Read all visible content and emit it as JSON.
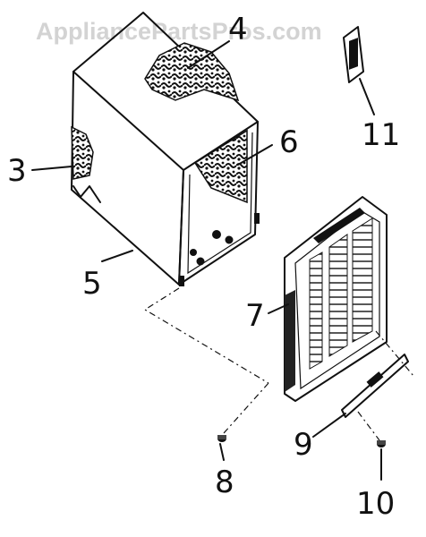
{
  "watermark": "AppliancePartsPros.com",
  "colors": {
    "ink": "#111111",
    "watermark": "#d3d3d3",
    "background": "#ffffff"
  },
  "callouts": [
    {
      "id": "3",
      "label": "3"
    },
    {
      "id": "4",
      "label": "4"
    },
    {
      "id": "5",
      "label": "5"
    },
    {
      "id": "6",
      "label": "6"
    },
    {
      "id": "7",
      "label": "7"
    },
    {
      "id": "8",
      "label": "8"
    },
    {
      "id": "9",
      "label": "9"
    },
    {
      "id": "10",
      "label": "10"
    },
    {
      "id": "11",
      "label": "11"
    }
  ]
}
